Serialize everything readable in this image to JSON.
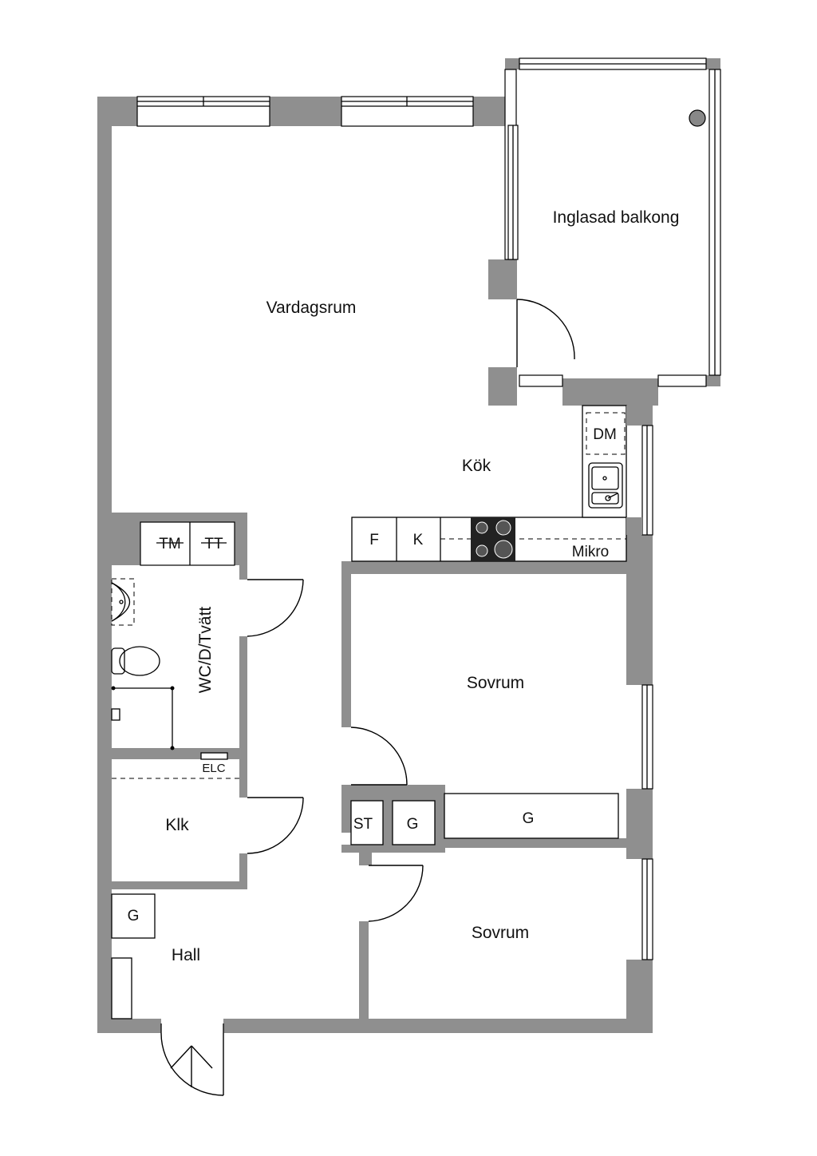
{
  "rooms": {
    "vardagsrum": "Vardagsrum",
    "balkong": "Inglasad balkong",
    "kok": "Kök",
    "wc": "WC/D/Tvätt",
    "sovrum1": "Sovrum",
    "sovrum2": "Sovrum",
    "klk": "Klk",
    "hall": "Hall"
  },
  "fixtures": {
    "dm": "DM",
    "f": "F",
    "k": "K",
    "mikro": "Mikro",
    "tm": "TM",
    "tt": "TT",
    "elc": "ELC",
    "st": "ST",
    "g_small": "G",
    "g_wardrobe": "G",
    "g_hall": "G"
  }
}
